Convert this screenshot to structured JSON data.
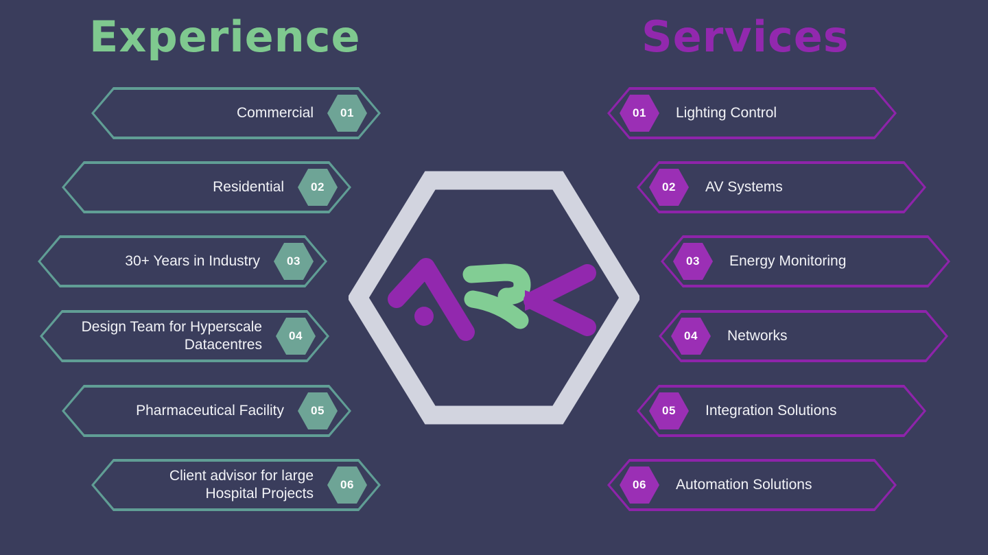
{
  "page": {
    "background_color": "#3A3D5C",
    "text_color": "#F2F3F7"
  },
  "left_section": {
    "title": "Experience",
    "title_color": "#7FC98F",
    "accent_color": "#609E95",
    "badge_fill_color": "#6EA496",
    "badge_text_color": "#FFFFFF",
    "items": [
      {
        "number": "01",
        "label": "Commercial"
      },
      {
        "number": "02",
        "label": "Residential"
      },
      {
        "number": "03",
        "label": "30+ Years in Industry"
      },
      {
        "number": "04",
        "label": "Design Team for Hyperscale Datacentres"
      },
      {
        "number": "05",
        "label": "Pharmaceutical Facility"
      },
      {
        "number": "06",
        "label": "Client advisor for large Hospital Projects"
      }
    ]
  },
  "right_section": {
    "title": "Services",
    "title_color": "#9228AE",
    "accent_color": "#8E24AA",
    "badge_fill_color": "#9B2FB5",
    "badge_text_color": "#FFFFFF",
    "items": [
      {
        "number": "01",
        "label": "Lighting Control"
      },
      {
        "number": "02",
        "label": "AV Systems"
      },
      {
        "number": "03",
        "label": "Energy Monitoring"
      },
      {
        "number": "04",
        "label": "Networks"
      },
      {
        "number": "05",
        "label": "Integration Solutions"
      },
      {
        "number": "06",
        "label": "Automation Solutions"
      }
    ]
  },
  "center": {
    "logo_text": "ARK",
    "hexagon_color": "#D2D4DF",
    "logo_purple": "#9228AE",
    "logo_green": "#82CD94"
  }
}
